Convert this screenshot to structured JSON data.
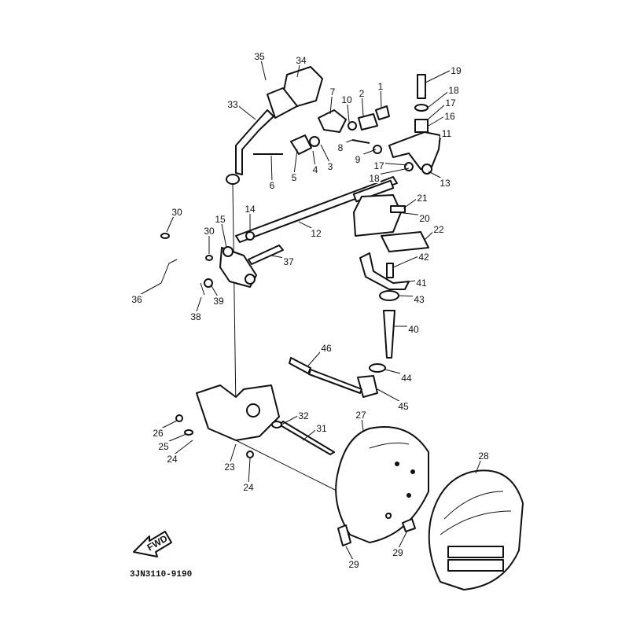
{
  "diagram": {
    "part_code": "3JN3110-9190",
    "direction_label": "FWD",
    "callouts": [
      "35",
      "34",
      "33",
      "7",
      "10",
      "2",
      "1",
      "19",
      "18",
      "17",
      "16",
      "11",
      "8",
      "9",
      "17",
      "18",
      "13",
      "6",
      "5",
      "4",
      "3",
      "12",
      "21",
      "20",
      "22",
      "30",
      "15",
      "14",
      "30",
      "37",
      "42",
      "41",
      "43",
      "36",
      "39",
      "38",
      "40",
      "46",
      "44",
      "45",
      "27",
      "32",
      "31",
      "26",
      "25",
      "24",
      "23",
      "24",
      "28",
      "29",
      "29"
    ]
  }
}
